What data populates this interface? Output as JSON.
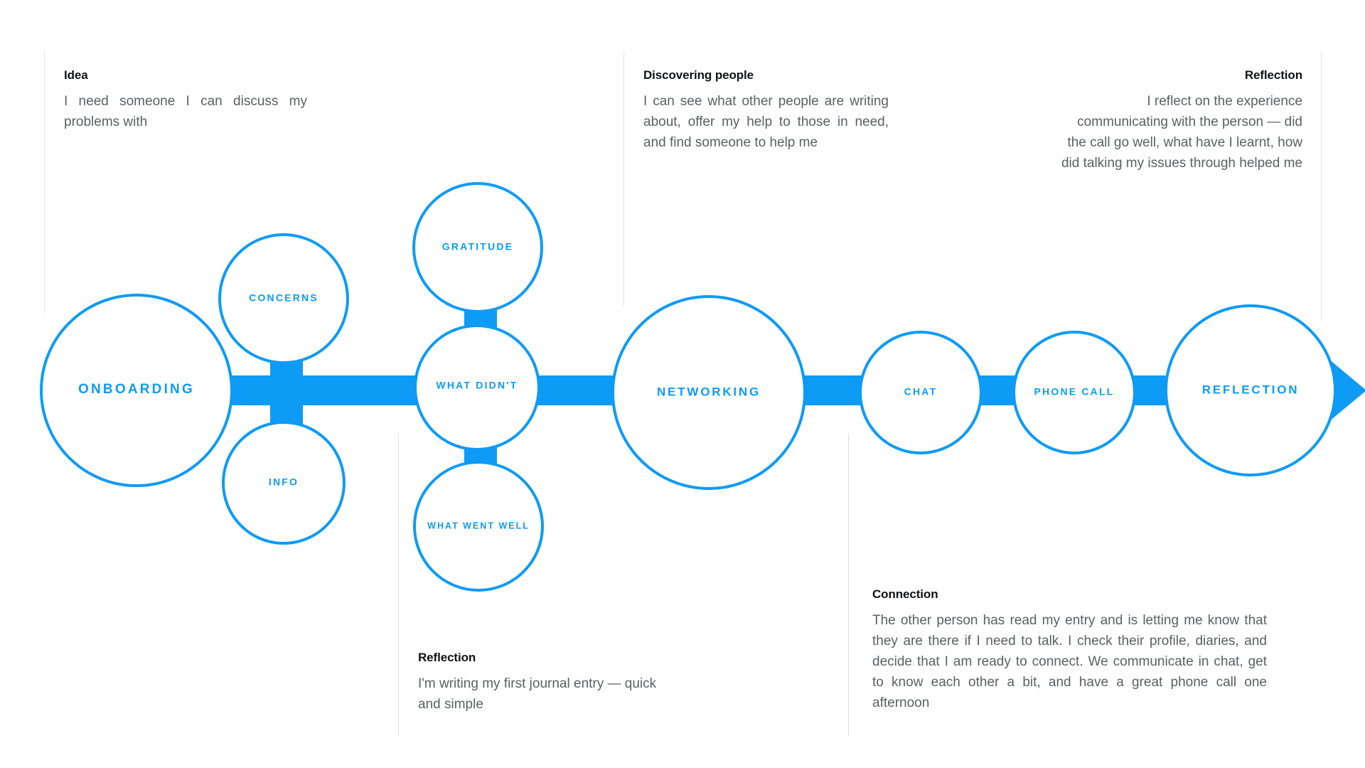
{
  "theme": {
    "accent": "#0d9bf5",
    "background": "#ffffff",
    "title_color": "#111214",
    "body_color": "#5c5f66",
    "divider_color": "#e2e2e4"
  },
  "notes": [
    {
      "id": "idea",
      "title": "Idea",
      "body": "I need someone I can discuss my problems with"
    },
    {
      "id": "discovering-people",
      "title": "Discovering people",
      "body": "I can see what other people are writing about, offer my help to those in need, and find someone to help me"
    },
    {
      "id": "reflection-top",
      "title": "Reflection",
      "body": "I reflect on the experience communicating with the person — did the call go well, what have I learnt, how did talking my issues through helped me"
    },
    {
      "id": "reflection-bottom",
      "title": "Reflection",
      "body": "I'm writing my first journal entry — quick and simple"
    },
    {
      "id": "connection",
      "title": "Connection",
      "body": "The other person has read my entry and is letting me know that they are there if I need to talk. I check their profile, diaries, and decide that I am ready to connect. We communicate in chat, get to know each other a bit, and have a great phone call one afternoon"
    }
  ],
  "diagram": {
    "type": "flow",
    "nodes": [
      {
        "id": "onboarding",
        "label": "ONBOARDING"
      },
      {
        "id": "concerns",
        "label": "CONCERNS"
      },
      {
        "id": "info",
        "label": "INFO"
      },
      {
        "id": "gratitude",
        "label": "GRATITUDE"
      },
      {
        "id": "what-didnt",
        "label": "WHAT DIDN'T"
      },
      {
        "id": "what-went-well",
        "label": "WHAT WENT WELL"
      },
      {
        "id": "networking",
        "label": "NETWORKING"
      },
      {
        "id": "chat",
        "label": "CHAT"
      },
      {
        "id": "phone-call",
        "label": "PHONE CALL"
      },
      {
        "id": "reflection",
        "label": "REFLECTION"
      }
    ]
  }
}
